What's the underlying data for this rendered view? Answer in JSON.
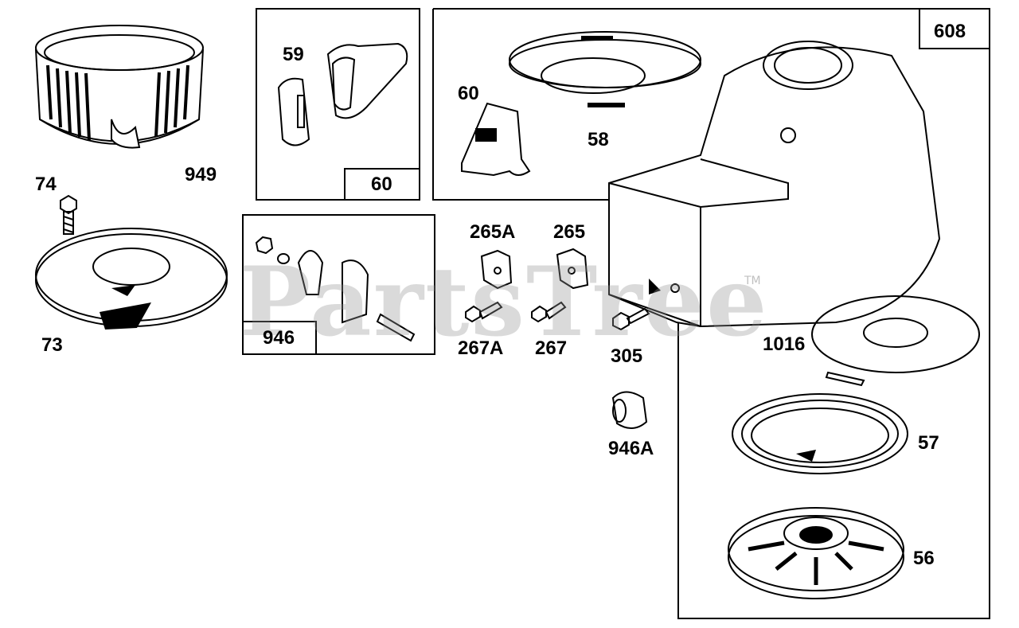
{
  "watermark": {
    "text": "PartsTree",
    "trademark": "TM"
  },
  "labels": {
    "l949": "949",
    "l74": "74",
    "l73": "73",
    "l59": "59",
    "l60box": "60",
    "l946box": "946",
    "l60": "60",
    "l58": "58",
    "l608": "608",
    "l265A": "265A",
    "l265": "265",
    "l267A": "267A",
    "l267": "267",
    "l305": "305",
    "l946A": "946A",
    "l1016": "1016",
    "l57": "57",
    "l56": "56"
  }
}
